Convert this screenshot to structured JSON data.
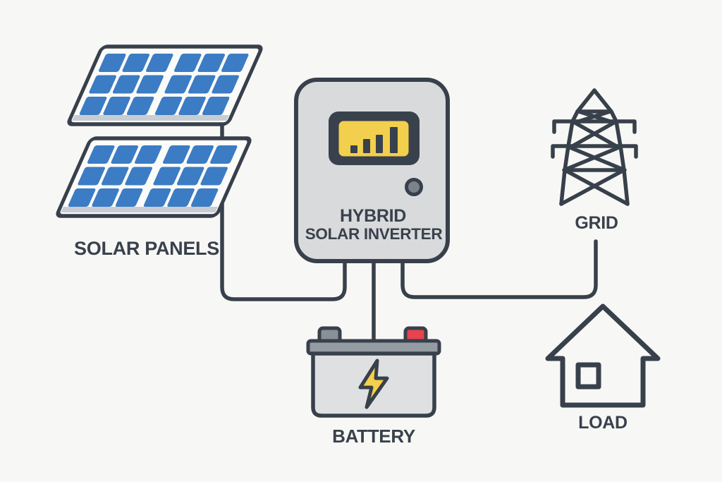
{
  "colors": {
    "background": "#f7f7f5",
    "outline": "#37404b",
    "label": "#39414c",
    "wire": "#37404b",
    "panel-blue": "#3b7cc4",
    "panel-frame": "#fbfbfa",
    "panel-edge": "#c8cdd3",
    "device-gray": "#d9dadc",
    "screen-bezel": "#39414c",
    "screen-yellow": "#f2cf4d",
    "knob-gray": "#7c828a",
    "battery-body": "#dfe0e2",
    "battery-strip": "#959ba3",
    "terminal-gray": "#8a9098",
    "terminal-red": "#e8434e",
    "bolt-yellow": "#f6d04b"
  },
  "nodes": {
    "solar_panels": {
      "label": "SOLAR PANELS"
    },
    "inverter": {
      "label_top": "HYBRID",
      "label_bottom": "SOLAR INVERTER"
    },
    "grid": {
      "label": "GRID"
    },
    "battery": {
      "label": "BATTERY"
    },
    "load": {
      "label": "LOAD"
    }
  },
  "connections": [
    {
      "from": "solar_panels",
      "to": "inverter"
    },
    {
      "from": "inverter",
      "to": "battery"
    },
    {
      "from": "grid",
      "to": "inverter"
    }
  ],
  "icons": [
    "solar-panels-icon",
    "inverter-icon",
    "signal-bars-icon",
    "led-indicator-icon",
    "grid-tower-icon",
    "battery-icon",
    "lightning-bolt-icon",
    "load-house-icon"
  ]
}
